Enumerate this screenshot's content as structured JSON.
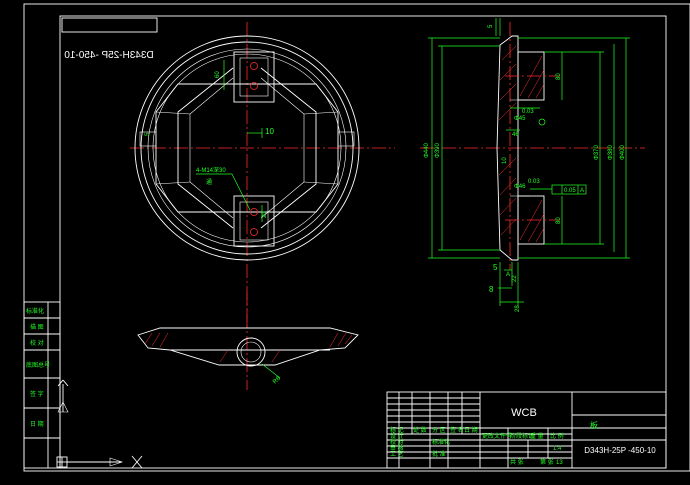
{
  "drawing": {
    "mirrored_code": "D343H-25P -450-10",
    "material": "WCB",
    "part_name": "板",
    "part_code": "D343H-25P -450-10",
    "sheet_number": "13"
  },
  "front_view": {
    "dim_center_offset": "10",
    "dim_slot_top": "60",
    "dim_slot_bottom": "20",
    "hole_note": "4-M14深30",
    "hole_note_2": "通",
    "dim_left": "5"
  },
  "section_view": {
    "dim_top": "5",
    "dim_440": "Φ440",
    "dim_390": "Φ390",
    "dim_370": "Φ370",
    "dim_380": "Φ380",
    "dim_400": "Φ400",
    "dim_upper_80": "80",
    "dim_lower_80": "80",
    "dim_45_top": "Φ45",
    "dim_45_bottom": "Φ46",
    "dim_tol_top": "0.03",
    "dim_tol_bottom": "0.03",
    "dim_46": "46",
    "dim_5_bottom": "5",
    "dim_22": "22",
    "dim_8": "8",
    "dim_28": "28",
    "dim_10_mid": "10",
    "gdt_value": "0.05",
    "gdt_datum": "A",
    "datum_a": "A"
  },
  "bottom_view": {
    "dim_radius": "R8"
  },
  "left_strip": {
    "cells": [
      "标准化",
      "描 图",
      "校 对",
      "底图总号",
      "签 字",
      "日 期"
    ]
  },
  "title_block": {
    "col_a": [
      "标 记",
      "设 计",
      "校 对",
      "审 核",
      "工 艺"
    ],
    "col_b": [
      "处 数",
      "分 区",
      "签 名",
      "日 期"
    ],
    "col_c": [
      "更改文件号",
      "标准化",
      "批 准"
    ],
    "col_d": [
      "阶段标记",
      "重 量",
      "比 例",
      "共 张",
      "第 张"
    ],
    "scale": "1:4"
  }
}
